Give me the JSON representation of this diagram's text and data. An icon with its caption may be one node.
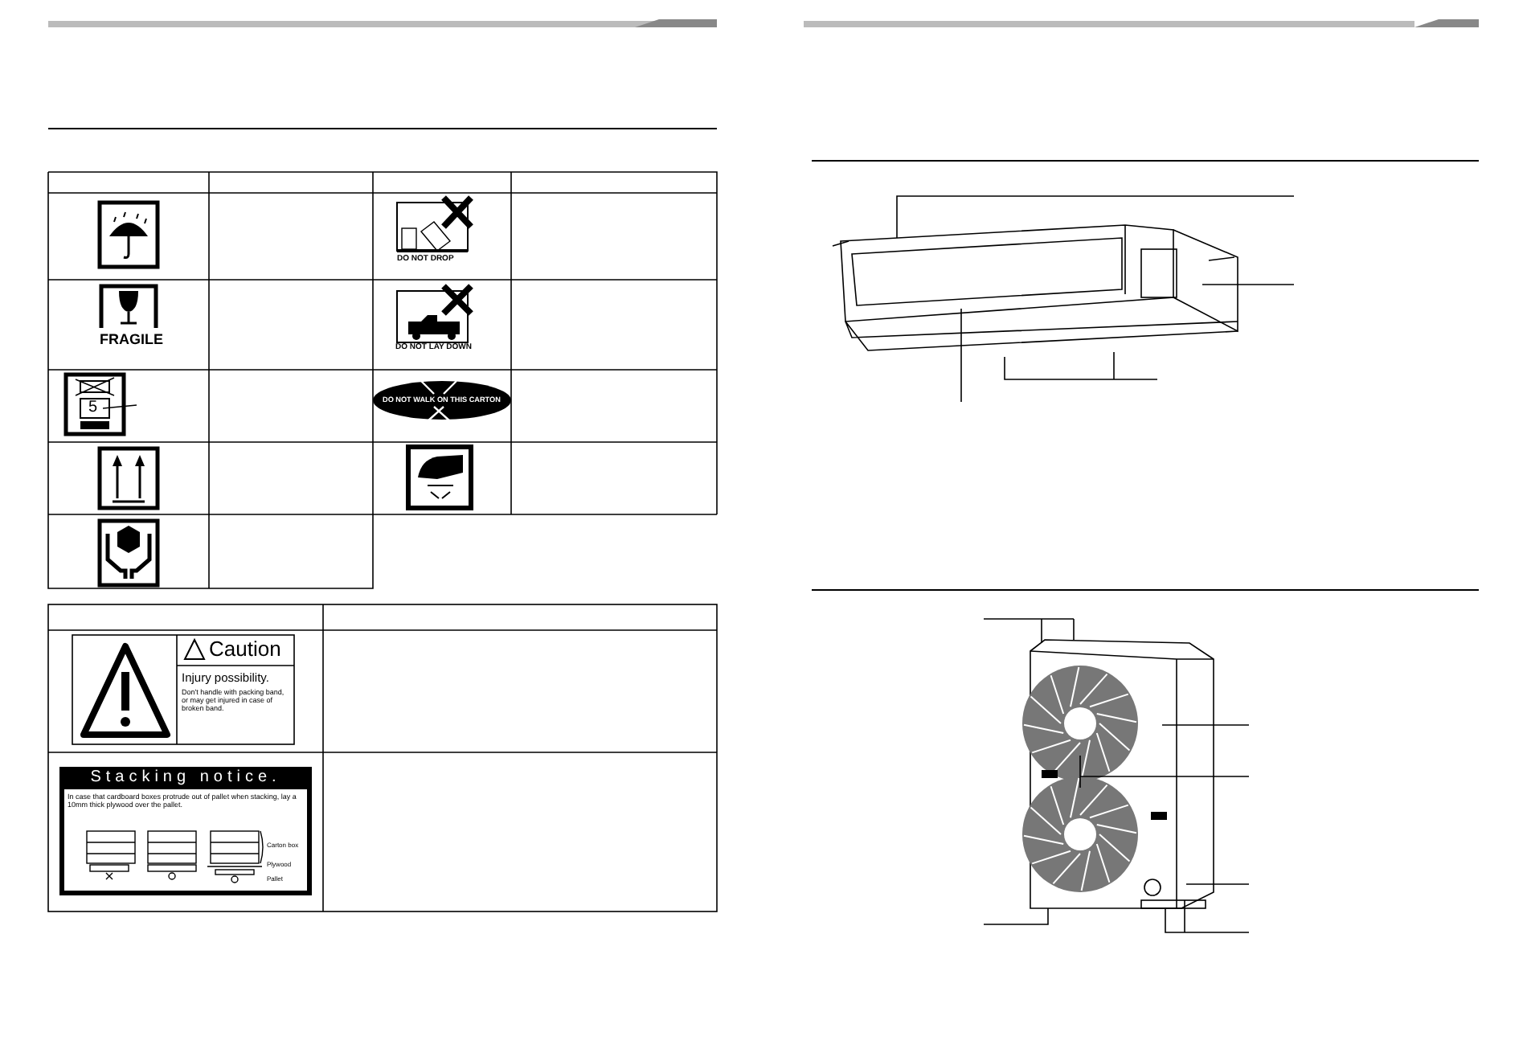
{
  "diagram": {
    "labels": [
      "DO NOT DROP",
      "FRAGILE",
      "DO NOT LAY DOWN",
      "5",
      "DO NOT WALK ON THIS CARTON",
      "Caution",
      "Injury possibility.",
      "Don't handle with packing band, or may get injured in case of broken band.",
      "Stacking notice.",
      "In case that cardboard boxes protrude out of pallet when stacking, lay a 10mm thick plywood over the pallet.",
      "Carton box",
      "Plywood",
      "Pallet"
    ]
  }
}
